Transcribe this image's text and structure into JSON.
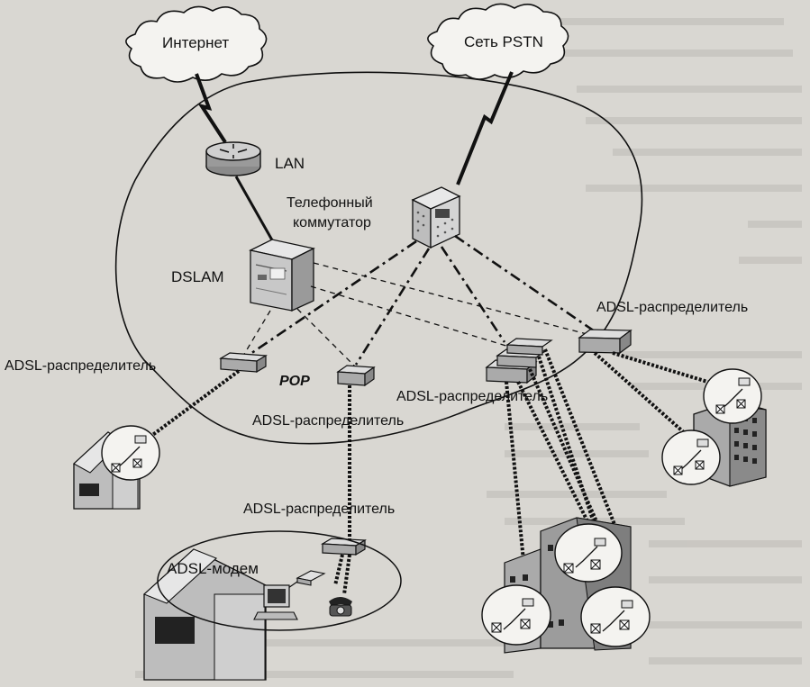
{
  "labels": {
    "internet": "Интернет",
    "pstn": "Сеть PSTN",
    "lan": "LAN",
    "switch_line1": "Телефонный",
    "switch_line2": "коммутатор",
    "dslam": "DSLAM",
    "pop": "POP",
    "splitter_left": "ADSL-распределитель",
    "splitter_center": "ADSL-распределитель",
    "splitter_mid": "ADSL-распределитель",
    "splitter_right": "ADSL-распределитель",
    "splitter_bottom": "ADSL-распределитель",
    "modem": "ADSL-модем"
  },
  "icons": {
    "cloud": "cloud-icon",
    "router": "router-icon",
    "switch": "telephone-switch-icon",
    "dslam": "dslam-server-icon",
    "splitter": "splitter-box-icon",
    "house": "house-icon",
    "office": "office-building-icon",
    "computer": "computer-icon",
    "phone": "telephone-icon",
    "modem": "modem-icon"
  },
  "colors": {
    "background": "#d9d7d2",
    "ink": "#111111"
  }
}
